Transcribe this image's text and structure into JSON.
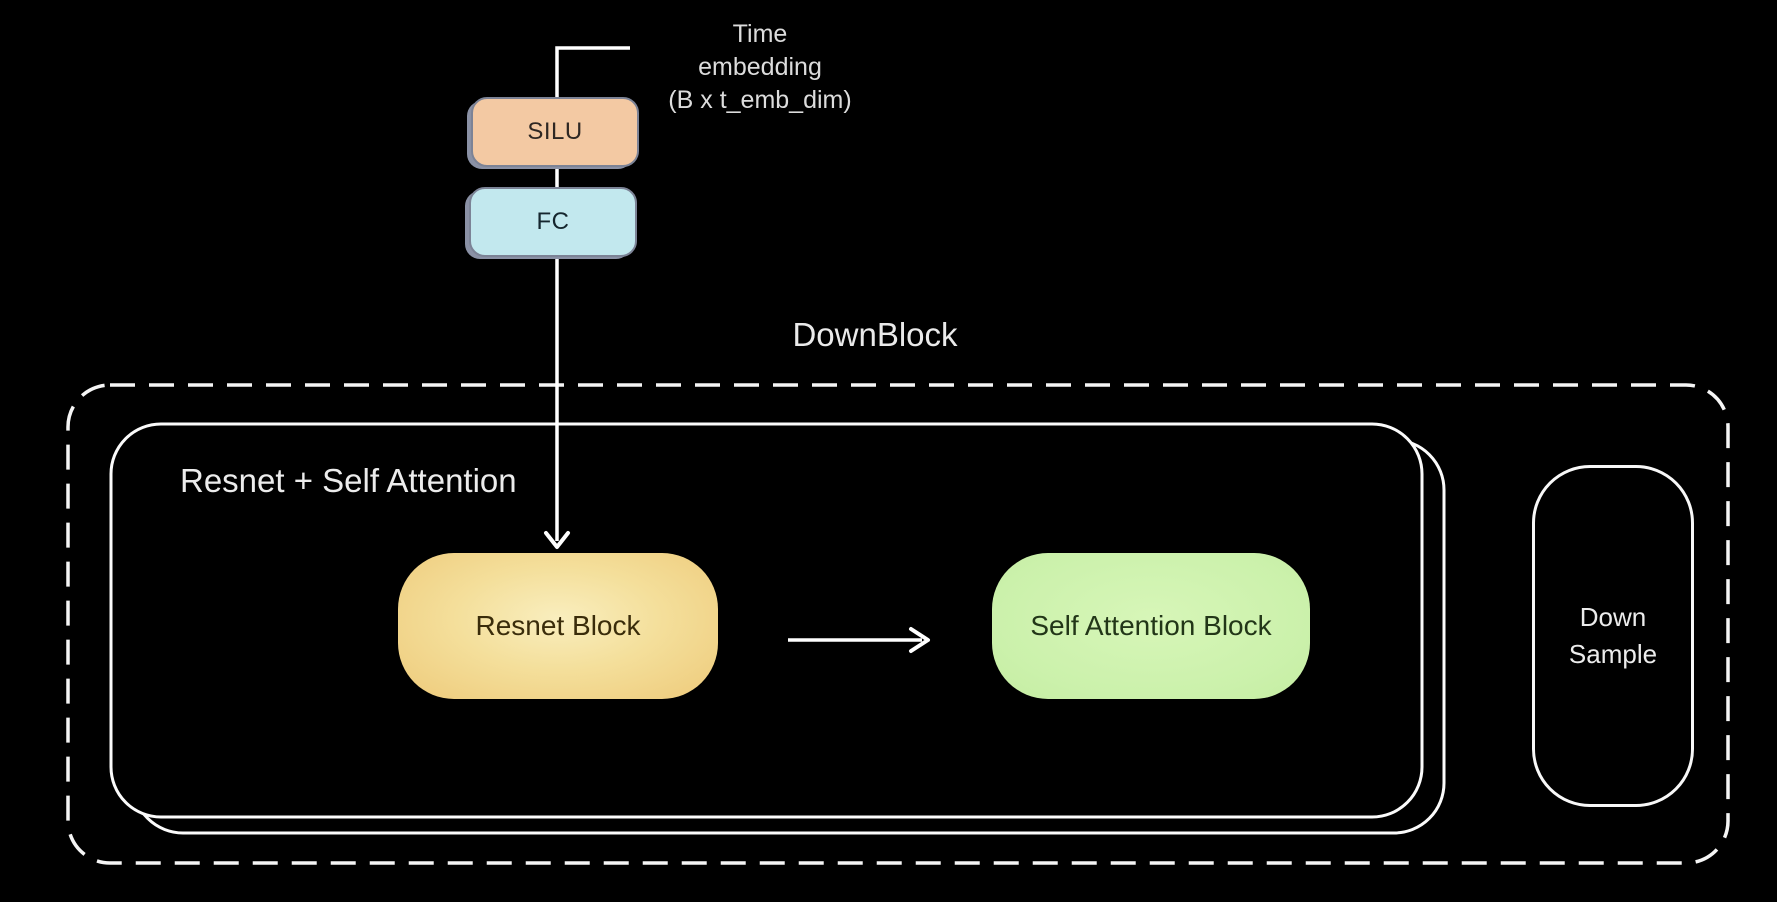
{
  "diagram": {
    "time_embedding_note": {
      "line1": "Time",
      "line2": "embedding",
      "line3": "(B x t_emb_dim)"
    },
    "silu": {
      "label": "SILU"
    },
    "fc": {
      "label": "FC"
    },
    "downblock": {
      "title": "DownBlock"
    },
    "resnet_attention_group": {
      "title": "Resnet + Self Attention"
    },
    "resnet_block": {
      "label": "Resnet Block"
    },
    "self_attention_block": {
      "label": "Self Attention Block"
    },
    "downsample_block": {
      "label": "Down Sample"
    },
    "colors": {
      "background": "#000000",
      "stroke_white": "#fafafa",
      "silu_fill": "#f3c9a3",
      "fc_fill": "#c2e8ee",
      "chip_border": "#7c8396",
      "chip_shadow": "#8a91a5",
      "resnet_center": "#f9eebe",
      "resnet_edge": "#eeca7a",
      "attention_fill": "#cbf1ab",
      "text_light": "#e8e8e8",
      "text_dark_brown": "#3a2c0a",
      "text_dark_green": "#223618"
    }
  }
}
